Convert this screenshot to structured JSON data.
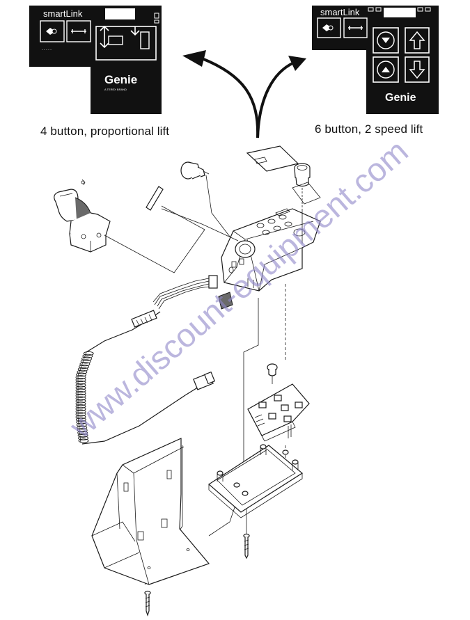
{
  "labels": {
    "left_option": "4 button, proportional lift",
    "right_option": "6 button, 2 speed lift"
  },
  "panels": {
    "left": {
      "brand": "smartLink",
      "logo": "Genie"
    },
    "right": {
      "brand": "smartLink",
      "logo": "Genie"
    }
  },
  "watermark": "www.discount-equipment.com",
  "colors": {
    "panel": "#111111",
    "line": "#1a1a1a",
    "watermark": "#8e86c8"
  },
  "icons": [
    "horn-icon",
    "function-enable-icon",
    "lift-up-icon",
    "lift-down-icon",
    "speed-select-icon",
    "arrow-up-icon",
    "arrow-down-icon"
  ]
}
